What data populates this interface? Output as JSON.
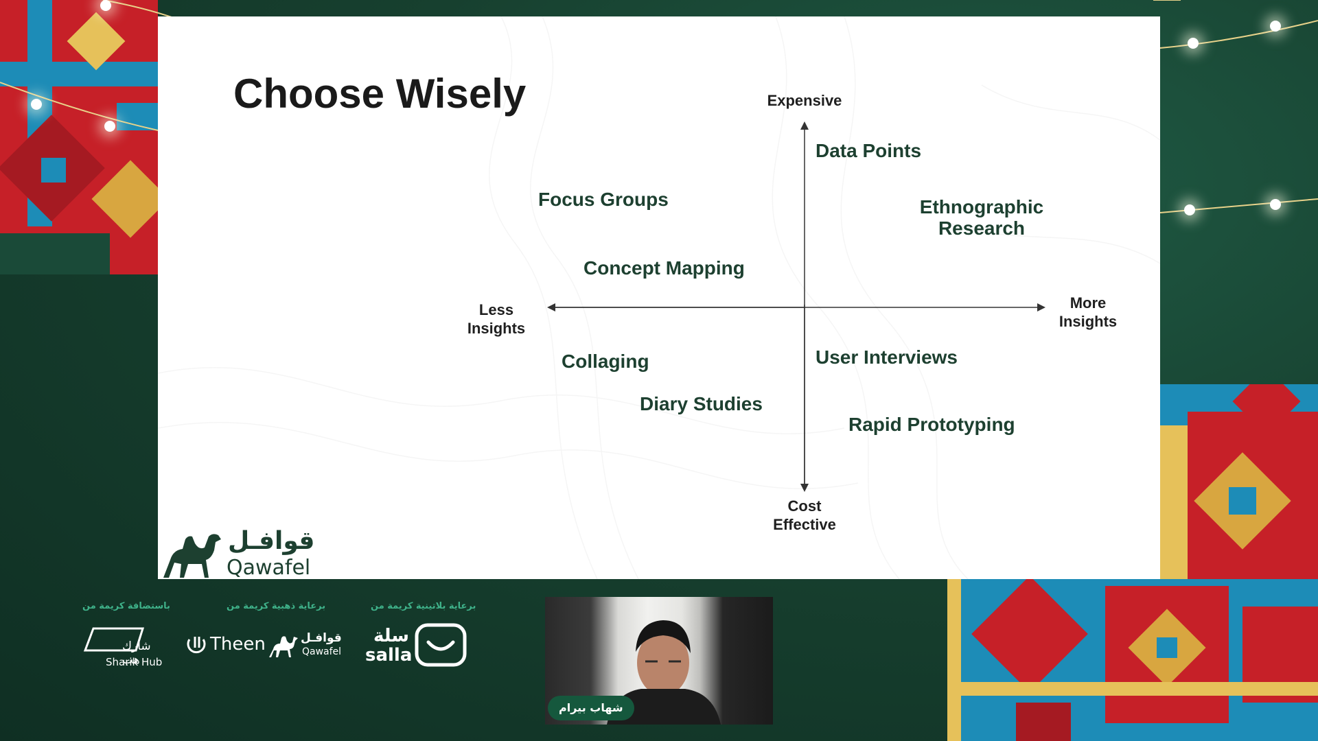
{
  "slide": {
    "title": "Choose Wisely",
    "axis_labels": {
      "top": "Expensive",
      "bottom_line1": "Cost",
      "bottom_line2": "Effective",
      "left_line1": "Less",
      "left_line2": "Insights",
      "right_line1": "More",
      "right_line2": "Insights"
    },
    "methods": {
      "data_points": "Data Points",
      "focus_groups": "Focus Groups",
      "ethnographic_line1": "Ethnographic",
      "ethnographic_line2": "Research",
      "concept_mapping": "Concept Mapping",
      "collaging": "Collaging",
      "user_interviews": "User Interviews",
      "diary_studies": "Diary Studies",
      "rapid_prototyping": "Rapid Prototyping"
    },
    "logo": {
      "arabic": "قوافـل",
      "english": "Qawafel"
    }
  },
  "sponsors": {
    "host_caption": "باستضافة كريمة من",
    "gold_caption": "برعاية ذهبية كريمة من",
    "platinum_caption": "برعاية بلاتينية كريمة من",
    "sharik_hub_arabic": "شارك هب",
    "sharik_hub_english": "Sharik Hub",
    "theen": "Theen",
    "qawafel_arabic": "قوافـل",
    "qawafel_english": "Qawafel",
    "salla_arabic": "سلة",
    "salla_english": "salla"
  },
  "speaker": {
    "name": "شهاب بيرام"
  },
  "colors": {
    "background": "#17402f",
    "slide": "#ffffff",
    "method_text": "#1d4030",
    "caption": "#3fb28a",
    "badge": "#15583d",
    "mosaic_red": "#c8202a",
    "mosaic_blue": "#1f8fb8",
    "mosaic_gold": "#d8a640"
  }
}
